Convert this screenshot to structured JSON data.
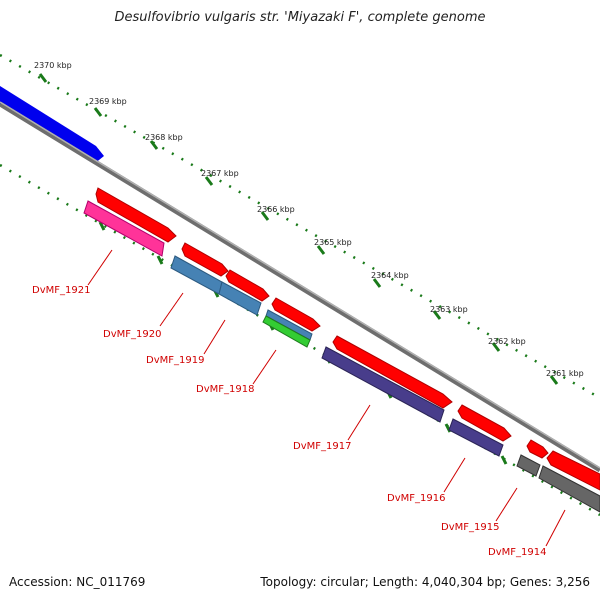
{
  "title": "Desulfovibrio vulgaris str. 'Miyazaki F', complete genome",
  "footer": {
    "accession": "Accession: NC_011769",
    "info": "Topology: circular; Length: 4,040,304 bp; Genes: 3,256"
  },
  "ticks": [
    "2370 kbp",
    "2369 kbp",
    "2368 kbp",
    "2367 kbp",
    "2366 kbp",
    "2365 kbp",
    "2364 kbp",
    "2363 kbp",
    "2362 kbp",
    "2361 kbp"
  ],
  "gene_labels": [
    "DvMF_1921",
    "DvMF_1920",
    "DvMF_1919",
    "DvMF_1918",
    "DvMF_1917",
    "DvMF_1916",
    "DvMF_1915",
    "DvMF_1914"
  ],
  "colors": {
    "contig_blue": "#0000ee",
    "backbone": "#888888",
    "cds_red": "#ff0000",
    "tick_green": "#1a7a1a",
    "label_red": "#d00000",
    "pink": "#ff3399",
    "steel_blue": "#4682b4",
    "green": "#33cc33",
    "slate_blue": "#483d8b",
    "gray": "#666666"
  }
}
